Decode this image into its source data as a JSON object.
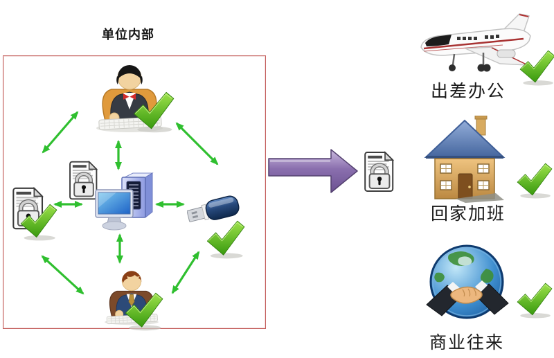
{
  "diagram": {
    "inner_zone": {
      "label": "单位内部",
      "description_nodes": [
        {
          "name": "employee-top",
          "icon": "office-worker-icon",
          "checked": true
        },
        {
          "name": "encrypted-document-small",
          "icon": "document-lock-icon",
          "checked": false
        },
        {
          "name": "server-computer",
          "icon": "desktop-computer-icon",
          "checked": false
        },
        {
          "name": "encrypted-document-approved",
          "icon": "document-lock-icon",
          "checked": true
        },
        {
          "name": "usb-drive",
          "icon": "usb-flash-drive-icon",
          "checked": true
        },
        {
          "name": "employee-bottom",
          "icon": "office-worker-icon",
          "checked": true
        }
      ],
      "links": "bidirectional-green-arrows"
    },
    "flow_out": {
      "arrow_icon": "purple-right-arrow-icon",
      "output_icon": "document-lock-icon"
    },
    "outside_scenarios": [
      {
        "label": "出差办公",
        "icon": "airplane-icon",
        "checked": true
      },
      {
        "label": "回家加班",
        "icon": "house-icon",
        "checked": true
      },
      {
        "label": "商业往来",
        "icon": "globe-handshake-icon",
        "checked": true
      }
    ],
    "colors": {
      "zone_border": "#c4605e",
      "link_green": "#2fbf2f",
      "check_green": "#4aa512",
      "flow_purple": "#8064a2"
    }
  }
}
